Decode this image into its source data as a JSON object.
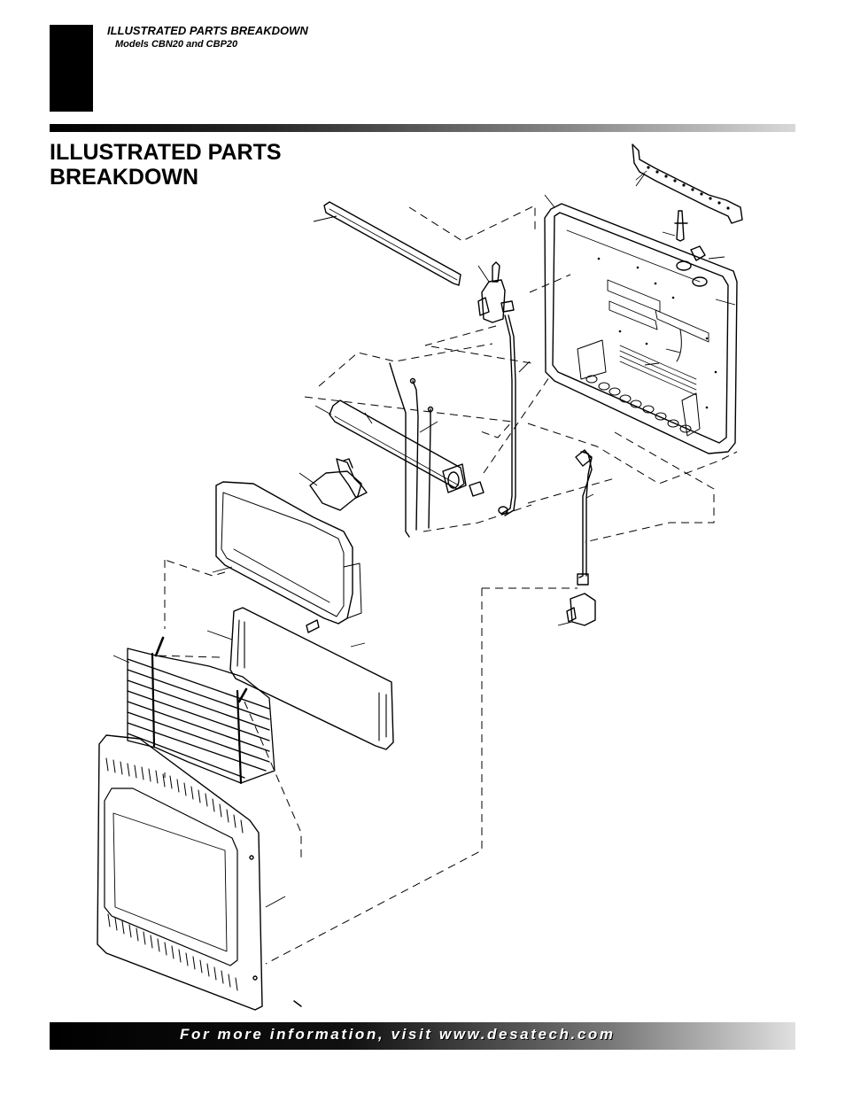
{
  "header": {
    "section_title": "ILLUSTRATED PARTS BREAKDOWN",
    "models": "Models CBN20 and CBP20"
  },
  "page_title_line1": "ILLUSTRATED PARTS",
  "page_title_line2": "BREAKDOWN",
  "footer": {
    "text": "For more information, visit www.desatech.com"
  },
  "colors": {
    "ink": "#000000",
    "paper": "#ffffff",
    "bar_dark": "#000000",
    "bar_light": "#e0e0e0"
  }
}
